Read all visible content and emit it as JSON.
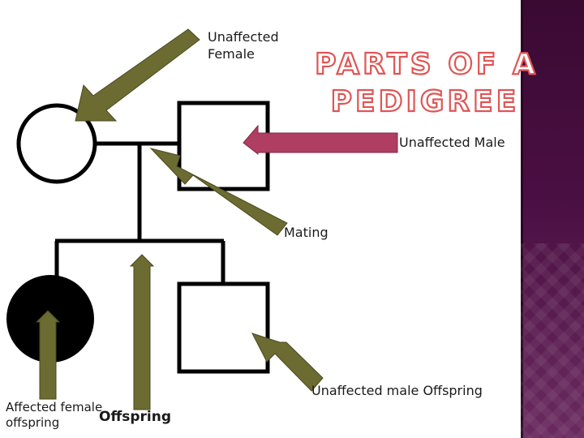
{
  "title": {
    "line1": "PARTS OF A",
    "line2": "PEDIGREE",
    "color": "#e05555"
  },
  "labels": {
    "unaffected_female": "Unaffected\nFemale",
    "unaffected_male": "Unaffected Male",
    "mating": "Mating",
    "unaffected_male_offspring": "Unaffected male Offspring",
    "affected_female_offspring": "Affected female\noffspring",
    "offspring": "Offspring"
  },
  "colors": {
    "olive_arrow": "#6b6b32",
    "pink_arrow": "#b03d62",
    "symbol_stroke": "#000000",
    "affected_fill": "#000000",
    "side_panel": "#4a0f42"
  }
}
